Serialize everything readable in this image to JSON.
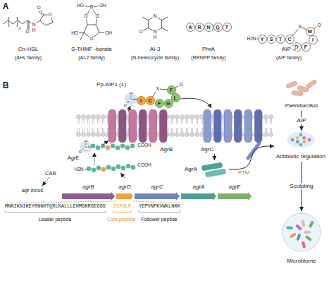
{
  "diagram": {
    "nodes": [
      {
        "text": [
          "A"
        ]
      },
      {
        "text": [
          "R"
        ]
      },
      {
        "text": [
          "N"
        ]
      },
      {
        "text": [
          "Q"
        ]
      },
      {
        "text": [
          "T"
        ]
      },
      {
        "text": [
          "Y"
        ]
      },
      {
        "text": [
          "S"
        ]
      },
      {
        "text": [
          "T"
        ]
      },
      {
        "text": [
          "C"
        ]
      },
      {
        "text": [
          "D"
        ]
      },
      {
        "text": [
          "F"
        ]
      },
      {
        "text": [
          "I"
        ]
      },
      {
        "text": [
          "M"
        ]
      },
      {
        "text": [
          "I"
        ]
      },
      {
        "text": [
          "C"
        ]
      },
      {
        "text": [
          "F"
        ]
      },
      {
        "text": [
          "G"
        ]
      },
      {
        "text": [
          "L"
        ]
      },
      {
        "text": [
          "F"
        ]
      },
      {
        "text": [
          "AgrB"
        ]
      },
      {
        "text": [
          "AgrC"
        ]
      },
      {
        "text": [
          "AgrA"
        ]
      },
      {
        "text": [
          "agrB"
        ]
      },
      {
        "text": [
          "agrD"
        ]
      },
      {
        "text": [
          "agrC"
        ]
      },
      {
        "text": [
          "agrA"
        ]
      },
      {
        "text": [
          "agrE"
        ]
      },
      {
        "text": [
          "Paenibacillus"
        ]
      },
      {
        "text": [
          "Antibiotic regulation"
        ]
      },
      {
        "text": [
          "Microbiome"
        ]
      }
    ],
    "edges": [
      {
        "from": 20,
        "to": 21,
        "arrow": "to"
      },
      {
        "from": 21,
        "to": 28,
        "arrow": "to"
      },
      {
        "from": 27,
        "to": 28,
        "label": "AIP",
        "arrow": "to"
      },
      {
        "from": 28,
        "to": 29,
        "label": "Sculpting",
        "arrow": "to"
      }
    ],
    "labels": [
      "A",
      "n",
      "O",
      "N",
      "H",
      "O",
      "O",
      "HO",
      "B",
      "OH",
      "O",
      "O",
      "HO",
      "O",
      "OH",
      "N",
      "N",
      "H",
      "O",
      "Cn-HSL",
      "(AHL family)",
      "S-THMF -borate",
      "(AI-2 family)",
      "AI-3",
      "(N-heterocycle family)",
      "PhrA",
      "(RRNPP family)",
      "AIP -I",
      "(AIP family)",
      "H2N",
      "S",
      "O",
      "B",
      "Pp-AIP1 (1)",
      "H",
      "N",
      "O",
      "S",
      "O",
      "H",
      "N",
      "O",
      "COOH",
      "AgrE",
      "H2N",
      "COOH",
      "CAR",
      "agr locus",
      "PTM",
      "MNNIKNIKEYRNNHTQRLKALLLEHMSKRGEGGG",
      "ICFGLF",
      "YEPVNPKVWKLNKK",
      "Leader peptide",
      "Core peptide",
      "Follower peptide"
    ]
  }
}
